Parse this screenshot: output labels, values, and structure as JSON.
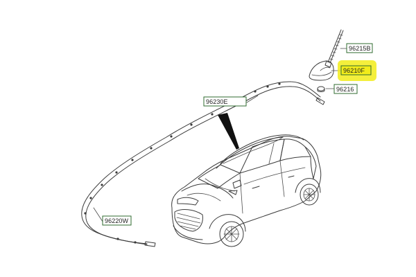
{
  "colors": {
    "label_border": "#2f6b2f",
    "highlight": "#f2ec1a",
    "line": "#3a3a3a"
  },
  "parts": [
    {
      "code": "96215B",
      "part": "antenna-rod",
      "highlighted": false
    },
    {
      "code": "96210F",
      "part": "shark-fin-antenna",
      "highlighted": true
    },
    {
      "code": "96216",
      "part": "antenna-nut",
      "highlighted": false
    },
    {
      "code": "96230E",
      "part": "roof-antenna-cable",
      "highlighted": false
    },
    {
      "code": "96220W",
      "part": "antenna-feeder-cable",
      "highlighted": false
    }
  ]
}
